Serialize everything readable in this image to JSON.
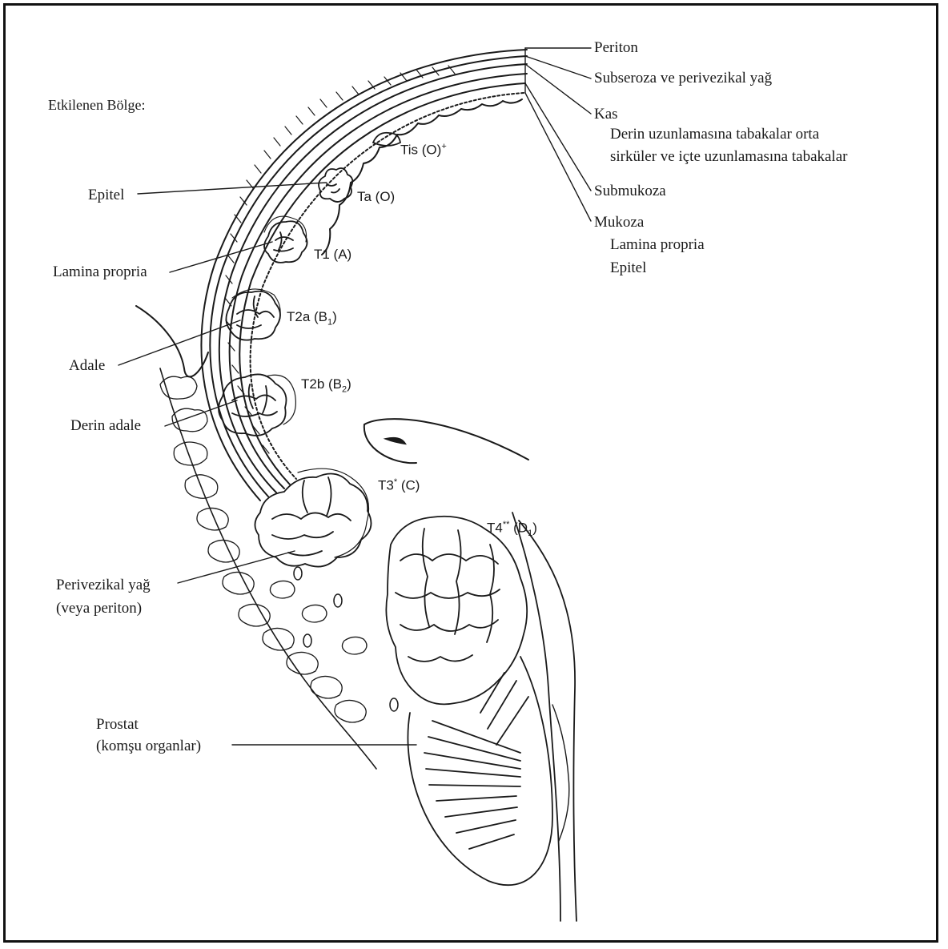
{
  "colors": {
    "ink": "#1a1a1a",
    "paper": "#ffffff",
    "frame": "#111111"
  },
  "heading": "Etkilenen Bölge:",
  "wall_layers": {
    "periton": "Periton",
    "subseroza": "Subseroza ve perivezikal yağ",
    "kas": "Kas",
    "kas_detail_1": "Derin uzunlamasına tabakalar orta",
    "kas_detail_2": "sirküler ve içte uzunlamasına tabakalar",
    "submukoza": "Submukoza",
    "mukoza": "Mukoza",
    "mukoza_lamina": "Lamina propria",
    "mukoza_epitel": "Epitel"
  },
  "region_labels": {
    "epitel": "Epitel",
    "lamina_propria": "Lamina propria",
    "adale": "Adale",
    "derin_adale": "Derin adale",
    "perivezikal_1": "Perivezikal yağ",
    "perivezikal_2": "(veya periton)",
    "prostat_1": "Prostat",
    "prostat_2": "(komşu organlar)"
  },
  "stages": {
    "tis": {
      "base": "Tis (O)",
      "sup": "+"
    },
    "ta": {
      "base": "Ta (O)"
    },
    "t1": {
      "base": "T1 (A)"
    },
    "t2a": {
      "base": "T2a (B",
      "sub": "1",
      "end": ")"
    },
    "t2b": {
      "base": "T2b (B",
      "sub": "2",
      "end": ")"
    },
    "t3": {
      "base": "T3",
      "sup": "*",
      "end": " (C)"
    },
    "t4": {
      "base": "T4",
      "sup": "**",
      "mid": " (D",
      "sub": "1",
      "end": ")"
    }
  }
}
